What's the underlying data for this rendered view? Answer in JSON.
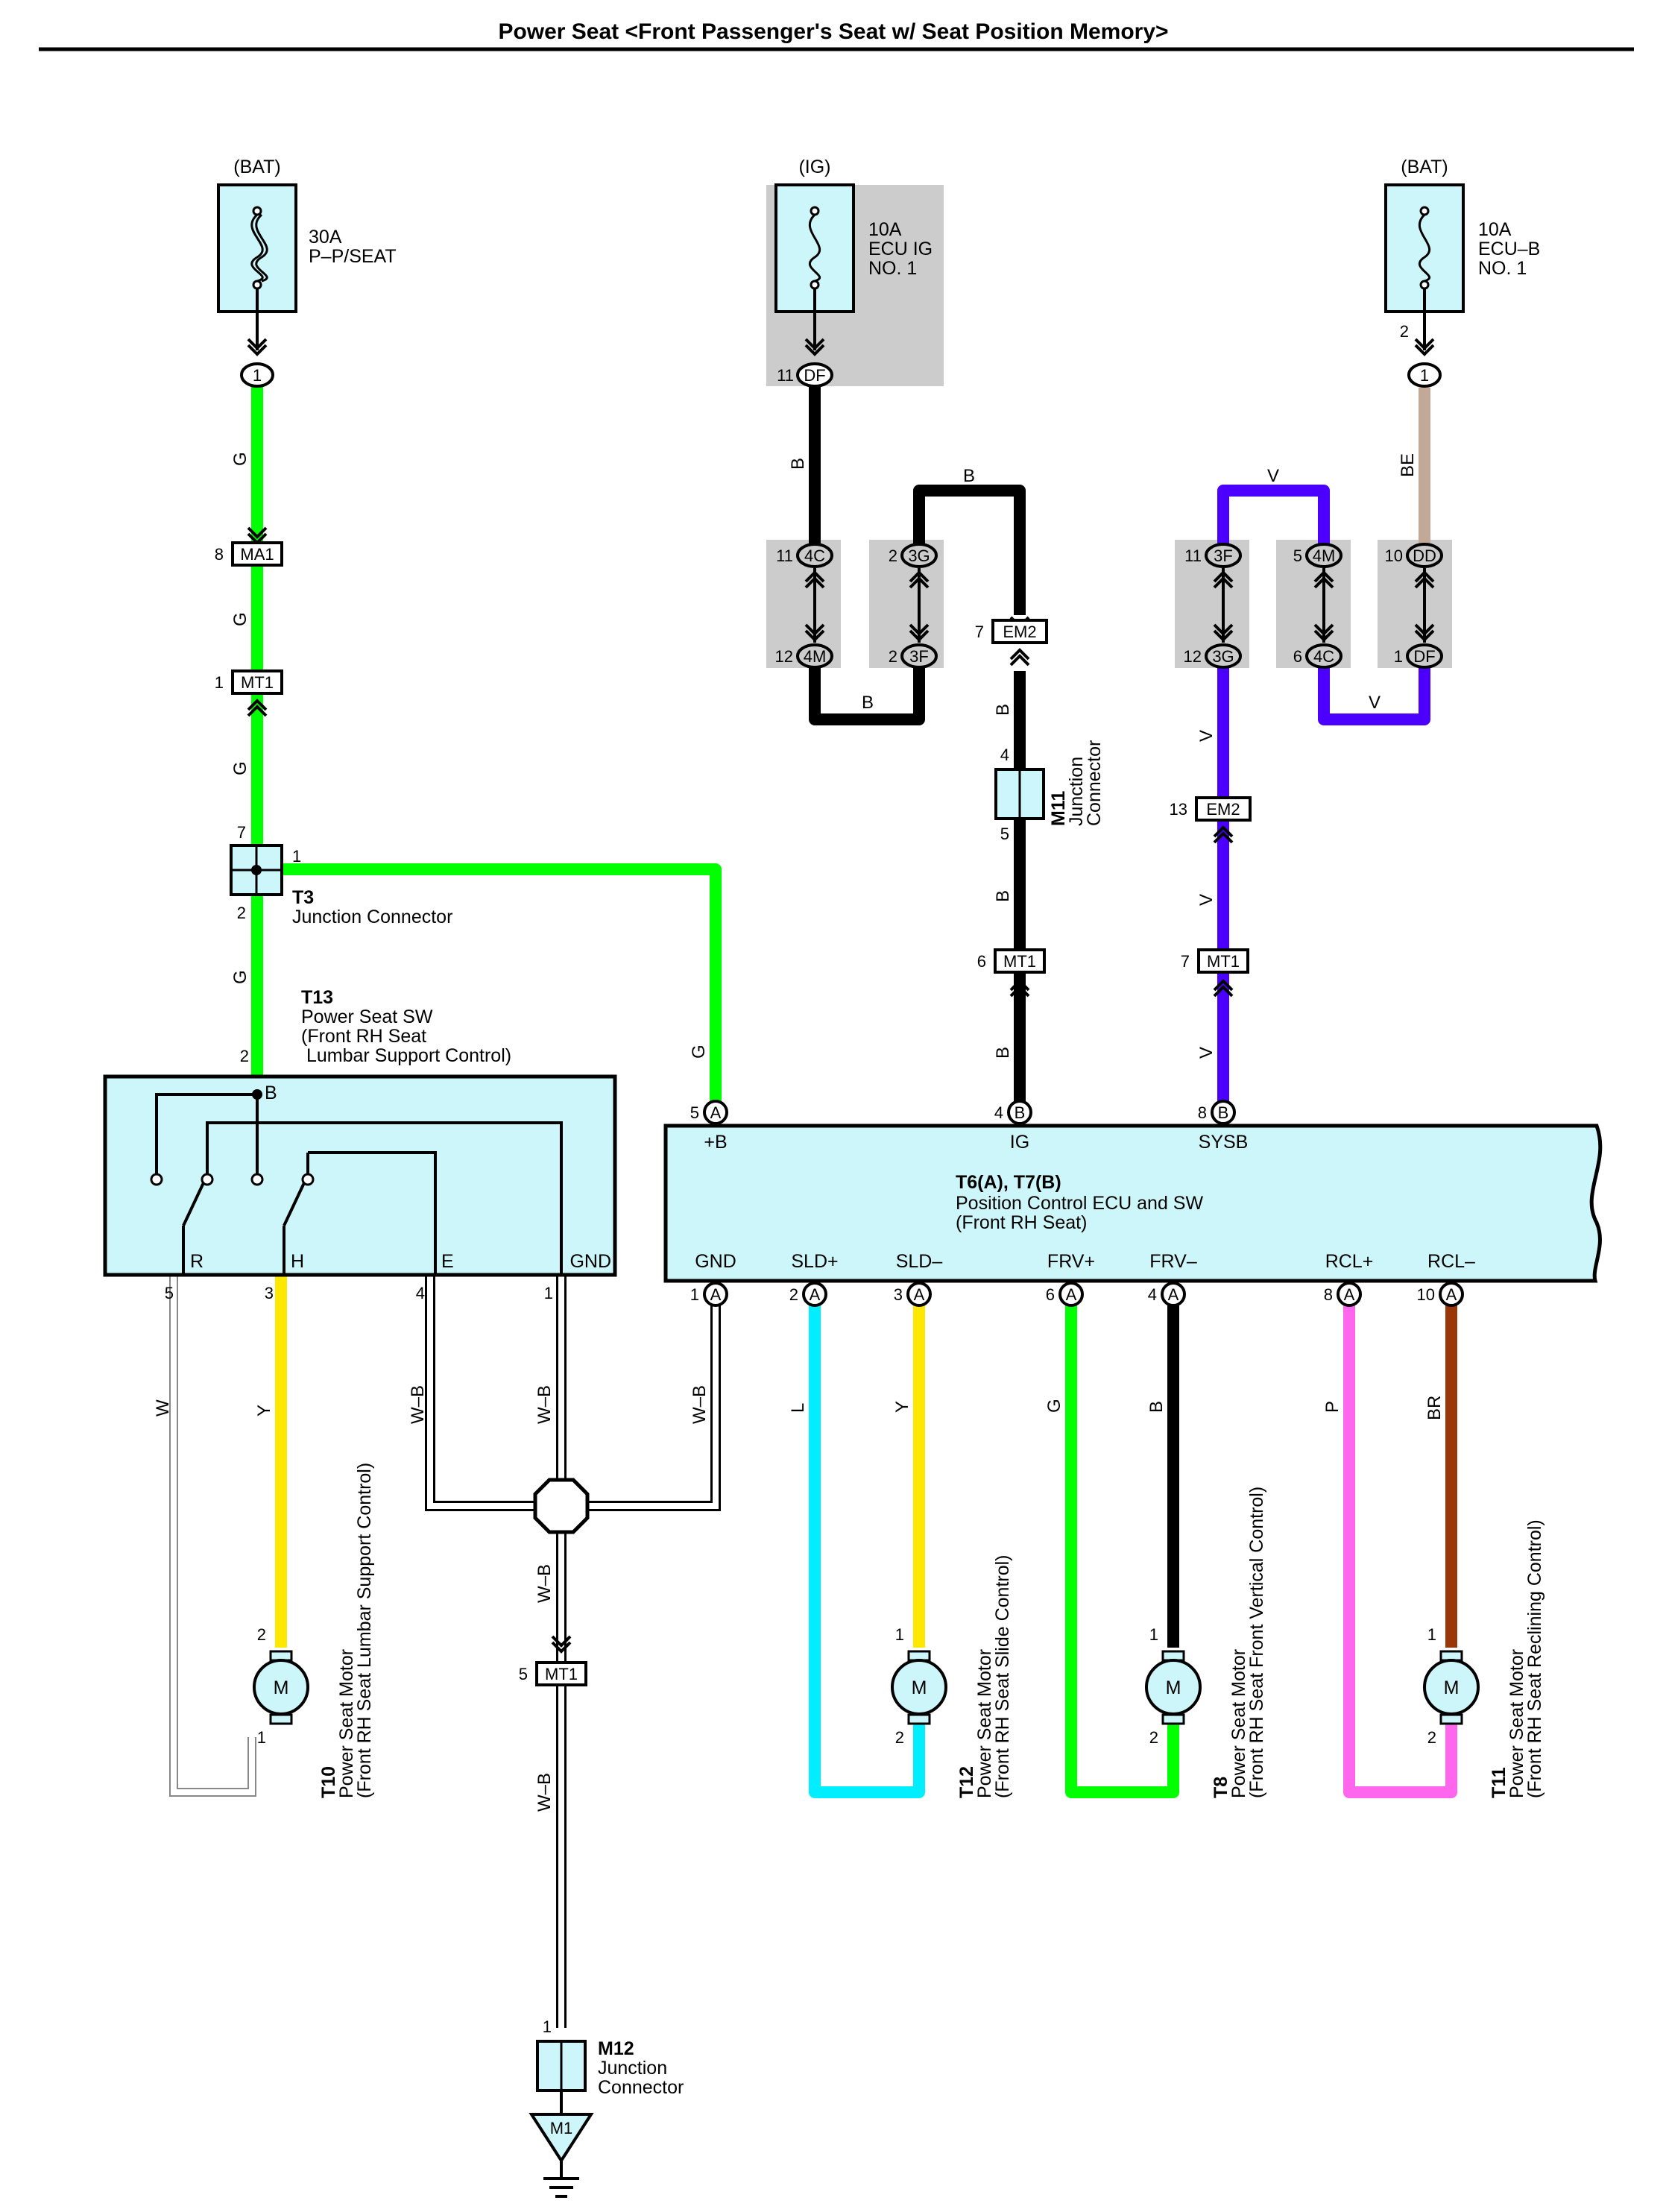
{
  "title": "Power Seat <Front Passenger's Seat w/ Seat Position Memory>",
  "colors": {
    "G": "#00ff00",
    "B": "#000000",
    "V": "#4b00ff",
    "BE": "#c2a896",
    "Y": "#ffe800",
    "L": "#00eeff",
    "P": "#ff66ee",
    "BR": "#9a3608",
    "box_fill": "#ccf6f9",
    "gray_fill": "#cccccc"
  },
  "power": {
    "bat1": {
      "source": "(BAT)",
      "amp": "30A",
      "name": "P–P/SEAT",
      "pin": "1"
    },
    "ig": {
      "source": "(IG)",
      "amp": "10A",
      "name1": "ECU IG",
      "name2": "NO. 1",
      "pin": "11",
      "conn": "DF"
    },
    "bat2": {
      "source": "(BAT)",
      "amp": "10A",
      "name1": "ECU–B",
      "name2": "NO. 1",
      "pin_top": "2",
      "pin": "1"
    }
  },
  "wire_labels": {
    "G": "G",
    "B": "B",
    "V": "V",
    "BE": "BE",
    "W": "W",
    "Y": "Y",
    "WB": "W–B",
    "L": "L",
    "P": "P",
    "BR": "BR"
  },
  "connectors": {
    "ma1": {
      "pin": "8",
      "name": "MA1"
    },
    "mt1_a": {
      "pin": "1",
      "name": "MT1"
    },
    "mt1_b": {
      "pin": "6",
      "name": "MT1"
    },
    "mt1_c": {
      "pin": "7",
      "name": "MT1"
    },
    "mt1_d": {
      "pin": "5",
      "name": "MT1"
    },
    "em2_a": {
      "pin": "7",
      "name": "EM2"
    },
    "em2_b": {
      "pin": "13",
      "name": "EM2"
    },
    "j_4c": {
      "pin": "11",
      "name": "4C"
    },
    "j_4m": {
      "pin": "12",
      "name": "4M"
    },
    "j_3g": {
      "pin": "2",
      "name": "3G"
    },
    "j_3f": {
      "pin": "2",
      "name": "3F"
    },
    "j_3f2": {
      "pin": "11",
      "name": "3F"
    },
    "j_3g2": {
      "pin": "12",
      "name": "3G"
    },
    "j_4m2": {
      "pin": "5",
      "name": "4M"
    },
    "j_4c2": {
      "pin": "6",
      "name": "4C"
    },
    "j_dd": {
      "pin": "10",
      "name": "DD"
    },
    "j_df": {
      "pin": "1",
      "name": "DF"
    }
  },
  "t3": {
    "id": "T3",
    "name": "Junction Connector",
    "pin_top": "7",
    "pin_right": "1",
    "pin_bottom": "2"
  },
  "m11": {
    "id": "M11",
    "name1": "Junction",
    "name2": "Connector",
    "pin_top": "4",
    "pin_bottom": "5"
  },
  "m12": {
    "id": "M12",
    "name1": "Junction",
    "name2": "Connector",
    "pin": "1",
    "ground": "M1"
  },
  "t13": {
    "id": "T13",
    "name1": "Power Seat SW",
    "name2": "(Front RH Seat",
    "name3": " Lumbar Support Control)",
    "pin_in": "2",
    "term_b": "B",
    "terms": [
      {
        "pin": "5",
        "label": "R"
      },
      {
        "pin": "3",
        "label": "H"
      },
      {
        "pin": "4",
        "label": "E"
      },
      {
        "pin": "1",
        "label": "GND"
      }
    ]
  },
  "ecu": {
    "id": "T6(A), T7(B)",
    "name1": "Position Control ECU and SW",
    "name2": "(Front RH Seat)",
    "top_terms": [
      {
        "pin": "5",
        "conn": "A",
        "label": "+B"
      },
      {
        "pin": "4",
        "conn": "B",
        "label": "IG"
      },
      {
        "pin": "8",
        "conn": "B",
        "label": "SYSB"
      }
    ],
    "bottom_terms": [
      {
        "pin": "1",
        "conn": "A",
        "label": "GND"
      },
      {
        "pin": "2",
        "conn": "A",
        "label": "SLD+"
      },
      {
        "pin": "3",
        "conn": "A",
        "label": "SLD–"
      },
      {
        "pin": "6",
        "conn": "A",
        "label": "FRV+"
      },
      {
        "pin": "4",
        "conn": "A",
        "label": "FRV–"
      },
      {
        "pin": "8",
        "conn": "A",
        "label": "RCL+"
      },
      {
        "pin": "10",
        "conn": "A",
        "label": "RCL–"
      }
    ]
  },
  "motors": [
    {
      "id": "T10",
      "name1": "Power Seat Motor",
      "name2": "(Front RH Seat Lumbar Support Control)",
      "symbol": "M",
      "pin_top": "2",
      "pin_bottom": "1"
    },
    {
      "id": "T12",
      "name1": "Power Seat Motor",
      "name2": "(Front RH Seat Slide Control)",
      "symbol": "M",
      "pin_top": "1",
      "pin_bottom": "2"
    },
    {
      "id": "T8",
      "name1": "Power Seat Motor",
      "name2": "(Front RH Seat Front Vertical Control)",
      "symbol": "M",
      "pin_top": "1",
      "pin_bottom": "2"
    },
    {
      "id": "T11",
      "name1": "Power Seat Motor",
      "name2": "(Front RH Seat Reclining Control)",
      "symbol": "M",
      "pin_top": "1",
      "pin_bottom": "2"
    }
  ]
}
